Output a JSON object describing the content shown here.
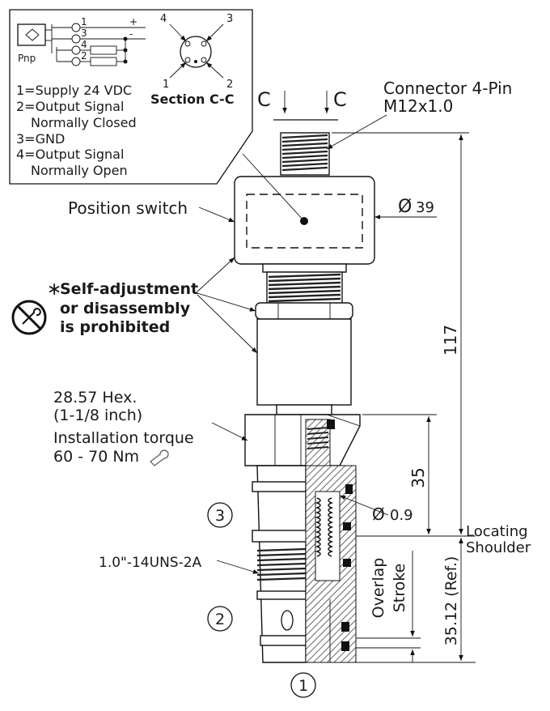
{
  "legend": {
    "pnp_label": "Pnp",
    "pins_small": [
      "1",
      "3",
      "4",
      "2"
    ],
    "plus": "+",
    "minus": "-",
    "pin1": "1=Supply 24 VDC",
    "pin2_a": "2=Output Signal",
    "pin2_b": "Normally Closed",
    "pin3": "3=GND",
    "pin4_a": "4=Output Signal",
    "pin4_b": "Normally Open"
  },
  "section": {
    "title": "Section C-C",
    "pins": [
      "4",
      "3",
      "1",
      "2"
    ],
    "cut_letter": "C"
  },
  "labels": {
    "connector_a": "Connector 4-Pin",
    "connector_b": "M12x1.0",
    "position_switch": "Position switch",
    "diameter_39": "39",
    "warning_a": "Self-adjustment",
    "warning_b": "or disassembly",
    "warning_c": "is prohibited",
    "asterisk": "∗",
    "hex_a": "28.57 Hex.",
    "hex_b": "(1-1/8 inch)",
    "torque_a": "Installation torque",
    "torque_b": "60 - 70 Nm",
    "diameter_09": "0.9",
    "thread": "1.0\"-14UNS-2A",
    "locating_a": "Locating",
    "locating_b": "Shoulder",
    "overlap": "Overlap",
    "stroke": "Stroke",
    "dim_117": "117",
    "dim_35": "35",
    "dim_3512": "35.12 (Ref.)",
    "diameter_symbol": "Ø"
  },
  "ports": [
    "3",
    "2",
    "1"
  ]
}
